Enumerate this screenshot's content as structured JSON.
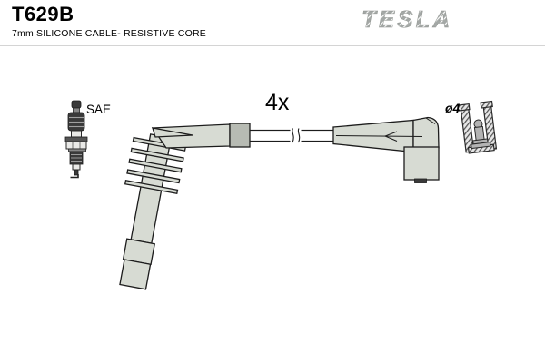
{
  "header": {
    "part_number": "T629B",
    "subtitle": "7mm SILICONE CABLE- RESISTIVE CORE",
    "brand_logo": "TESLA"
  },
  "diagram": {
    "quantity_label": "4x",
    "spark_plug_terminal_label": "SAE",
    "socket_diameter_label": "ø4",
    "parts": {
      "spark_plug": "spark-plug",
      "left_boot": "angled-boot-with-fins",
      "cable": "ignition-cable-with-break",
      "right_boot": "elbow-plug-boot",
      "socket_detail": "terminal-socket-cross-section"
    }
  },
  "colors": {
    "background": "#ffffff",
    "boot_fill": "#d7dbd3",
    "boot_collar_fill": "#b7bbb3",
    "outline": "#1c1c1c",
    "logo_gray": "#a4a8a6",
    "divider": "#d4d4d4",
    "text": "#000000"
  }
}
